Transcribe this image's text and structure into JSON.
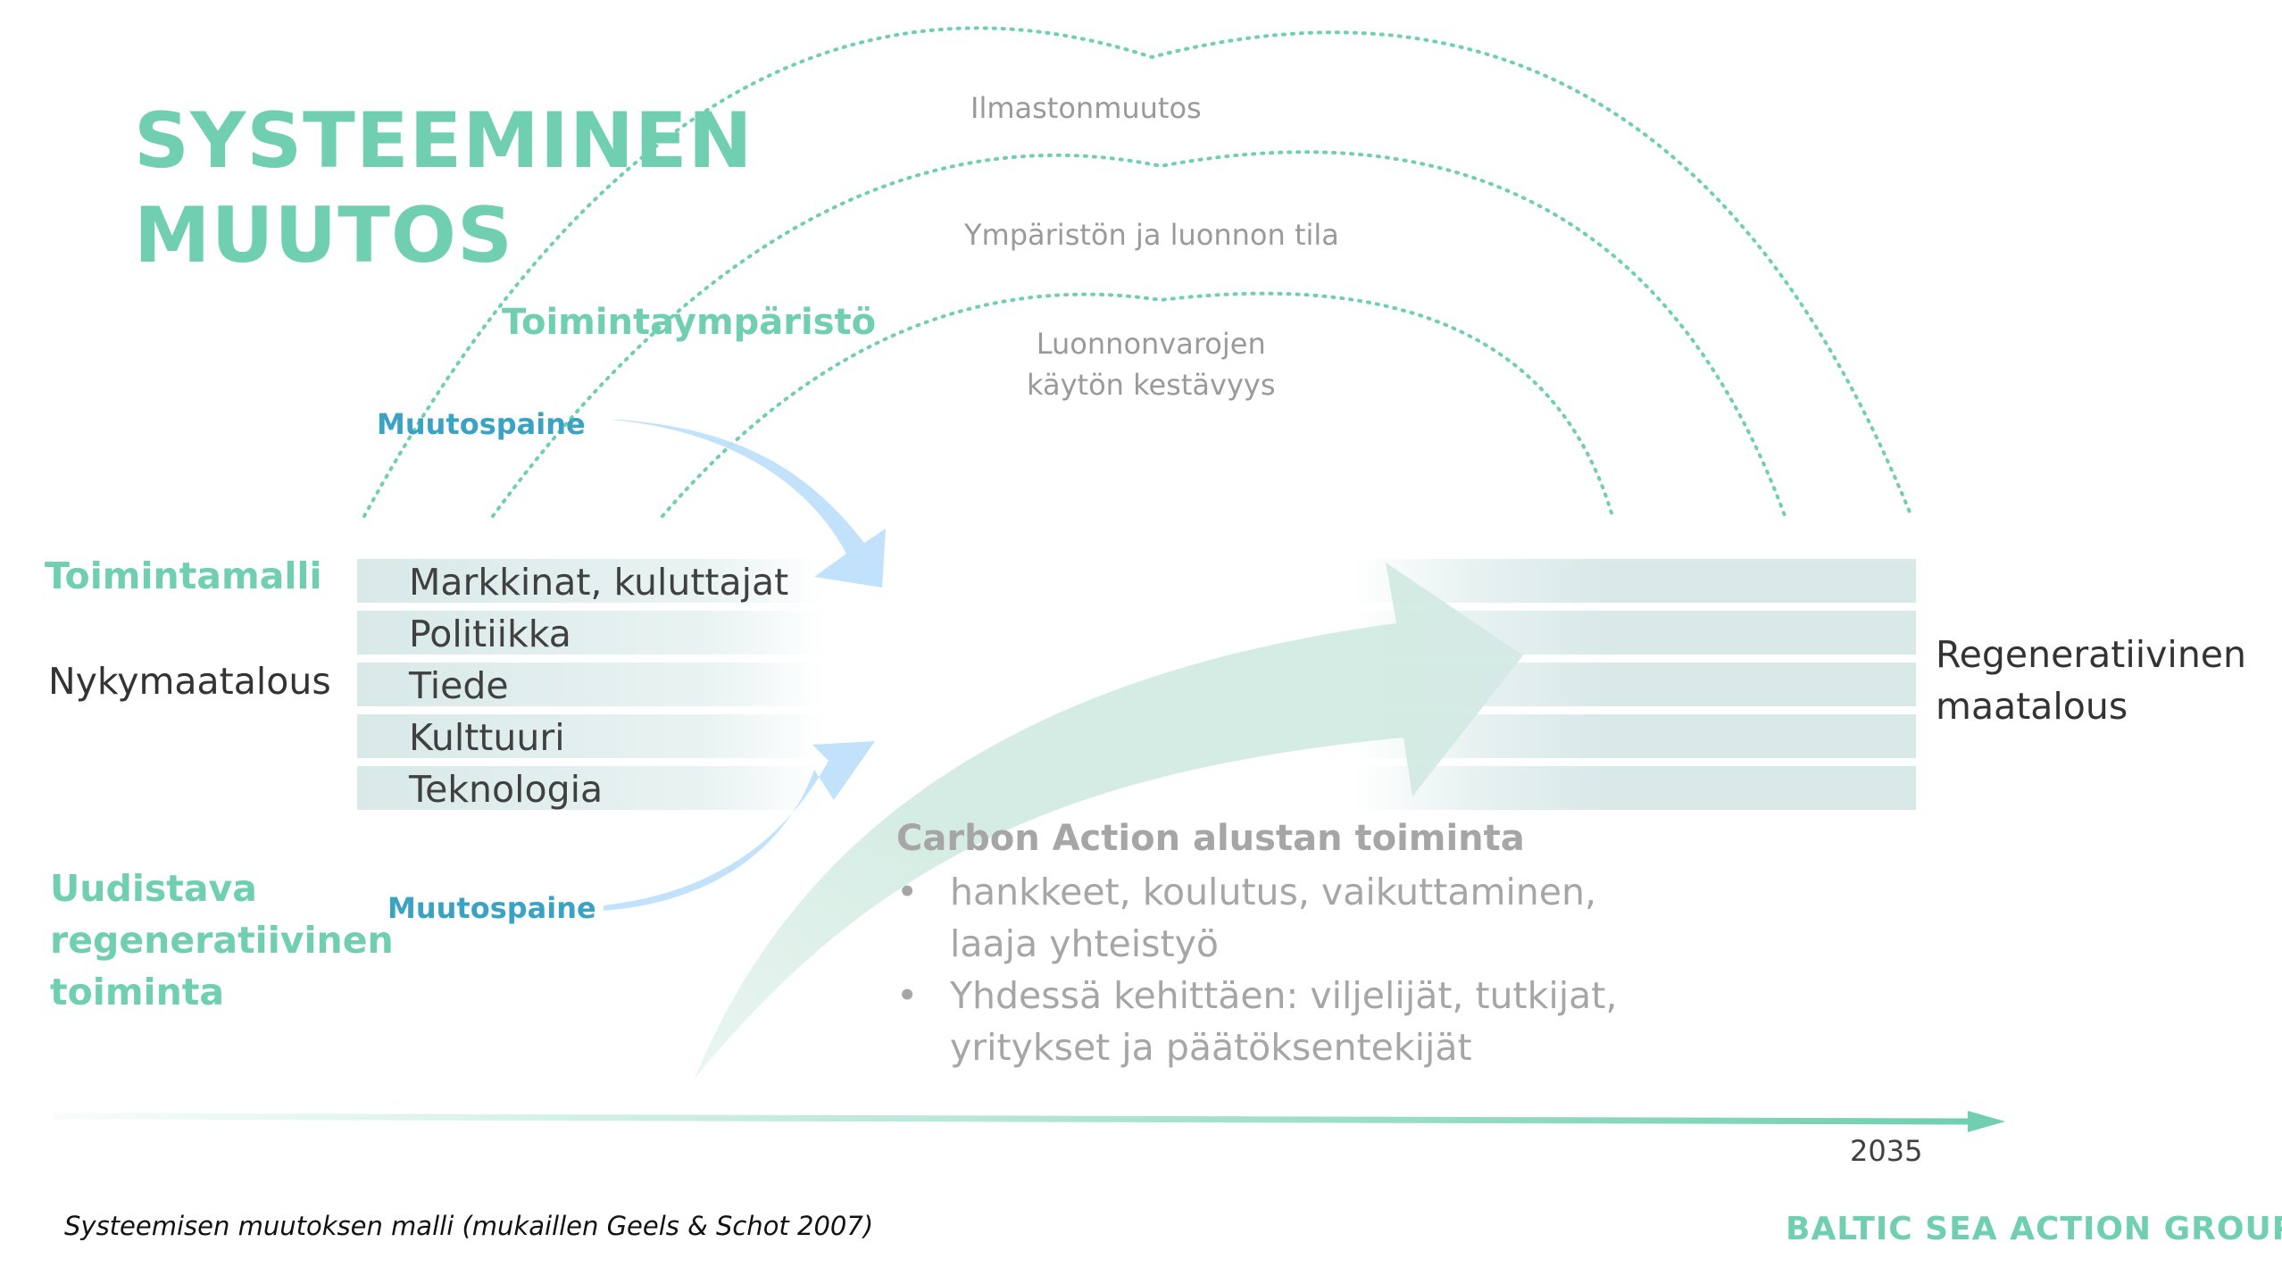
{
  "title": {
    "line1": "SYSTEEMINEN",
    "line2": "MUUTOS"
  },
  "landscape": {
    "label": "Toimintaympäristö",
    "arcs": [
      {
        "label": "Ilmastonmuutos"
      },
      {
        "label": "Ympäristön ja luonnon tila"
      },
      {
        "label_line1": "Luonnonvarojen",
        "label_line2": "käytön kestävyys"
      }
    ]
  },
  "pressure": {
    "top": "Muutospaine",
    "bottom": "Muutospaine"
  },
  "regime": {
    "label": "Toimintamalli",
    "current": "Nykymaatalous",
    "target_line1": "Regeneratiivinen",
    "target_line2": "maatalous",
    "bands": [
      "Markkinat, kuluttajat",
      "Politiikka",
      "Tiede",
      "Kulttuuri",
      "Teknologia"
    ]
  },
  "niche": {
    "line1": "Uudistava",
    "line2": "regeneratiivinen",
    "line3": "toiminta"
  },
  "carbon_action": {
    "title": "Carbon Action alustan toiminta",
    "bullet_glyph": "•",
    "items": [
      {
        "line1": "hankkeet, koulutus, vaikuttaminen,",
        "line2": "laaja yhteistyö"
      },
      {
        "line1": "Yhdessä kehittäen: viljelijät, tutkijat,",
        "line2": "yritykset ja päätöksentekijät"
      }
    ]
  },
  "timeline": {
    "end_label": "2035"
  },
  "footnote": "Systeemisen muutoksen malli (mukaillen Geels & Schot 2007)",
  "brand": "BALTIC SEA ACTION GROUP",
  "colors": {
    "green": "#6fcfb0",
    "blue": "#3aa3c4",
    "band": "#d6e8e7",
    "grey": "#9a9a9a",
    "arrow_blue": "#bfdffb",
    "arrow_green": "#d4ece3"
  }
}
